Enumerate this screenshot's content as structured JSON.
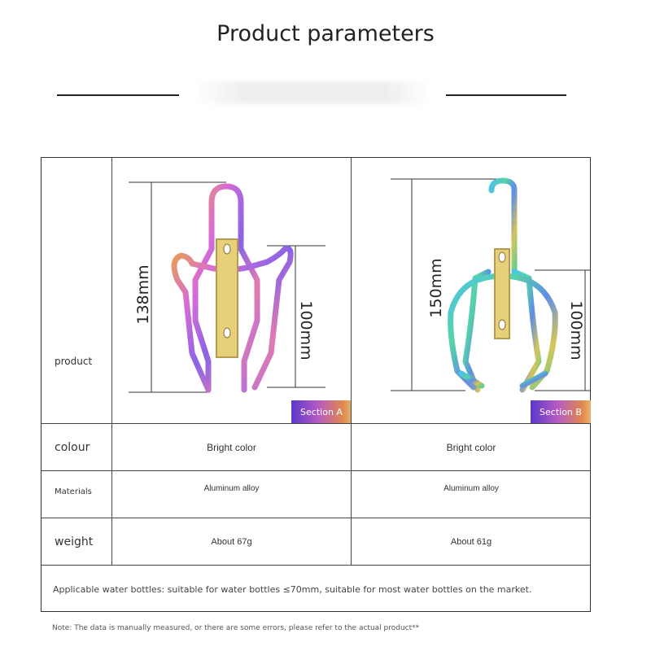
{
  "header": {
    "title": "Product parameters"
  },
  "table": {
    "rows": [
      {
        "label": "product"
      },
      {
        "label": "colour",
        "values": [
          "Bright color",
          "Bright color"
        ]
      },
      {
        "label": "Materials",
        "values": [
          "Aluminum alloy",
          "Aluminum alloy"
        ]
      },
      {
        "label": "weight",
        "values": [
          "About 67g",
          "About 61g"
        ]
      }
    ],
    "products": [
      {
        "section": "Section A",
        "height_label": "138mm",
        "inner_label": "100mm",
        "finish": "iridescent-pink-purple"
      },
      {
        "section": "Section B",
        "height_label": "150mm",
        "inner_label": "100mm",
        "finish": "iridescent-teal-green"
      }
    ],
    "applicable": "Applicable water bottles: suitable for water bottles ≤70mm, suitable for most water bottles on the market."
  },
  "note": "Note: The data is manually measured, or there are some errors, please refer to the actual product**",
  "colors": {
    "border": "#444444",
    "badge_gradient": [
      "#5a38c8",
      "#b65bc4",
      "#e0874e",
      "#e7b36c"
    ],
    "cage_a": [
      "#e07ad0",
      "#a36ee0",
      "#e6a84a",
      "#7f5fe0"
    ],
    "cage_b": [
      "#5ad3b0",
      "#4a9ee0",
      "#e0c45a",
      "#7bd07f"
    ]
  }
}
